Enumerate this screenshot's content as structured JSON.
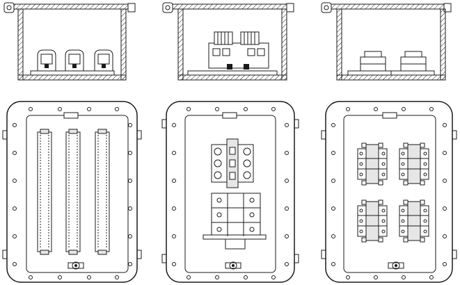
{
  "colors": {
    "stroke": "#1a1a1a",
    "background": "#ffffff",
    "fill_light": "#e6e6e6"
  },
  "views": [
    {
      "id": "section-a",
      "kind": "section",
      "content": "terminal-blocks"
    },
    {
      "id": "section-b",
      "kind": "section",
      "content": "switch-assembly"
    },
    {
      "id": "section-c",
      "kind": "section",
      "content": "relay-sockets"
    },
    {
      "id": "plan-a",
      "kind": "plan",
      "content": "terminal-rails",
      "rail_count": 3
    },
    {
      "id": "plan-b",
      "kind": "plan",
      "content": "switch-assembly"
    },
    {
      "id": "plan-c",
      "kind": "plan",
      "content": "relay-blocks",
      "block_count": 4
    }
  ]
}
